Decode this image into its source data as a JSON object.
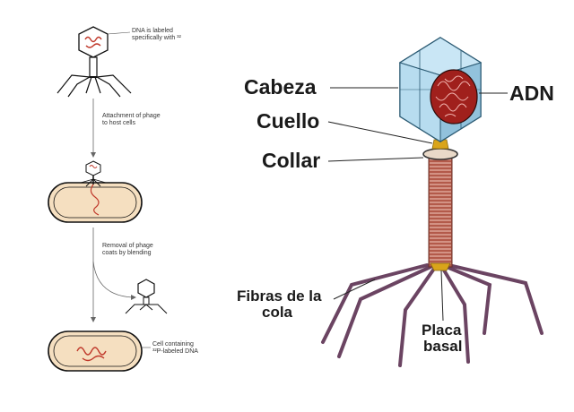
{
  "left_panel": {
    "step1_line1": "DNA is labeled",
    "step1_line2": "specifically with ³²",
    "step2_line1": "Attachment of phage",
    "step2_line2": "to host cells",
    "step3_line1": "Removal of phage",
    "step3_line2": "coats by blending",
    "step4_line1": "Cell containing",
    "step4_line2": "³²P-labeled DNA"
  },
  "right_panel": {
    "labels": {
      "cabeza": "Cabeza",
      "cuello": "Cuello",
      "collar": "Collar",
      "adn": "ADN",
      "fibras_line1": "Fibras de la",
      "fibras_line2": "cola",
      "placa_line1": "Placa",
      "placa_line2": "basal"
    }
  },
  "colors": {
    "dna_red": "#c0392b",
    "cell_fill": "#f5dfc0",
    "head_blue": "#a9d3ea",
    "tail_red": "#b35a4a",
    "fiber_purple": "#6b4462",
    "collar_gold": "#d9a41a"
  }
}
